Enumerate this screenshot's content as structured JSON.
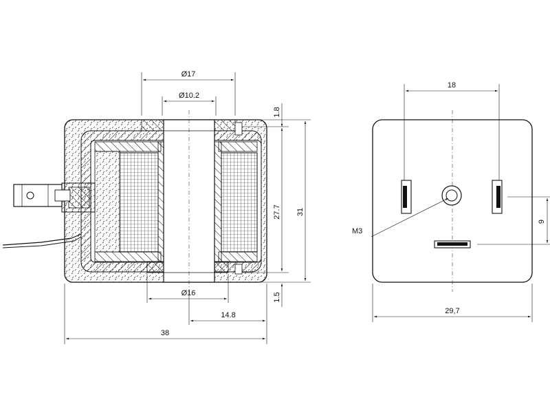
{
  "left_view": {
    "dims": {
      "d17": "Ø17",
      "d10_2": "Ø10.2",
      "h1_8": "1.8",
      "h27_7": "27.7",
      "h31": "31",
      "h1_5": "1.5",
      "d16": "Ø16",
      "w14_8": "14.8",
      "w38": "38"
    }
  },
  "right_view": {
    "dims": {
      "w18": "18",
      "thread": "M3",
      "h9": "9",
      "w29_7": "29,7"
    }
  }
}
